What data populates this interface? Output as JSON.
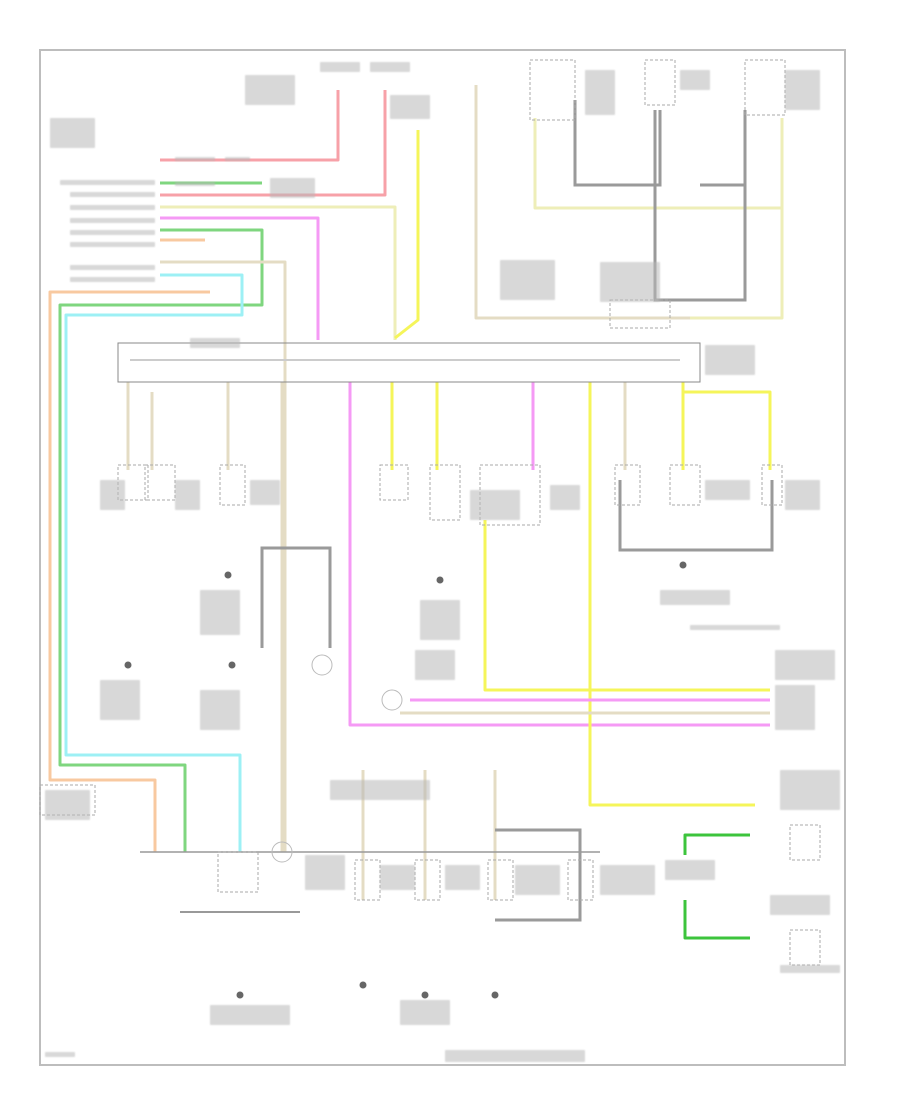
{
  "diagram": {
    "type": "wiring-schematic",
    "wire_colors": {
      "red": "#f7a1a8",
      "green": "#7fd67f",
      "bright_green": "#3cc43c",
      "yellow": "#f5f55a",
      "pale_yellow": "#eeeeb8",
      "pink": "#f59af5",
      "orange": "#f8c9a0",
      "cyan": "#9df0f5",
      "tan": "#e4dcc4",
      "gray": "#9a9a9a",
      "frame": "#bdbdbd"
    },
    "icons": [
      "ground-symbol",
      "switch-symbol",
      "lamp-symbol",
      "bulb-symbol",
      "connector-symbol"
    ]
  }
}
